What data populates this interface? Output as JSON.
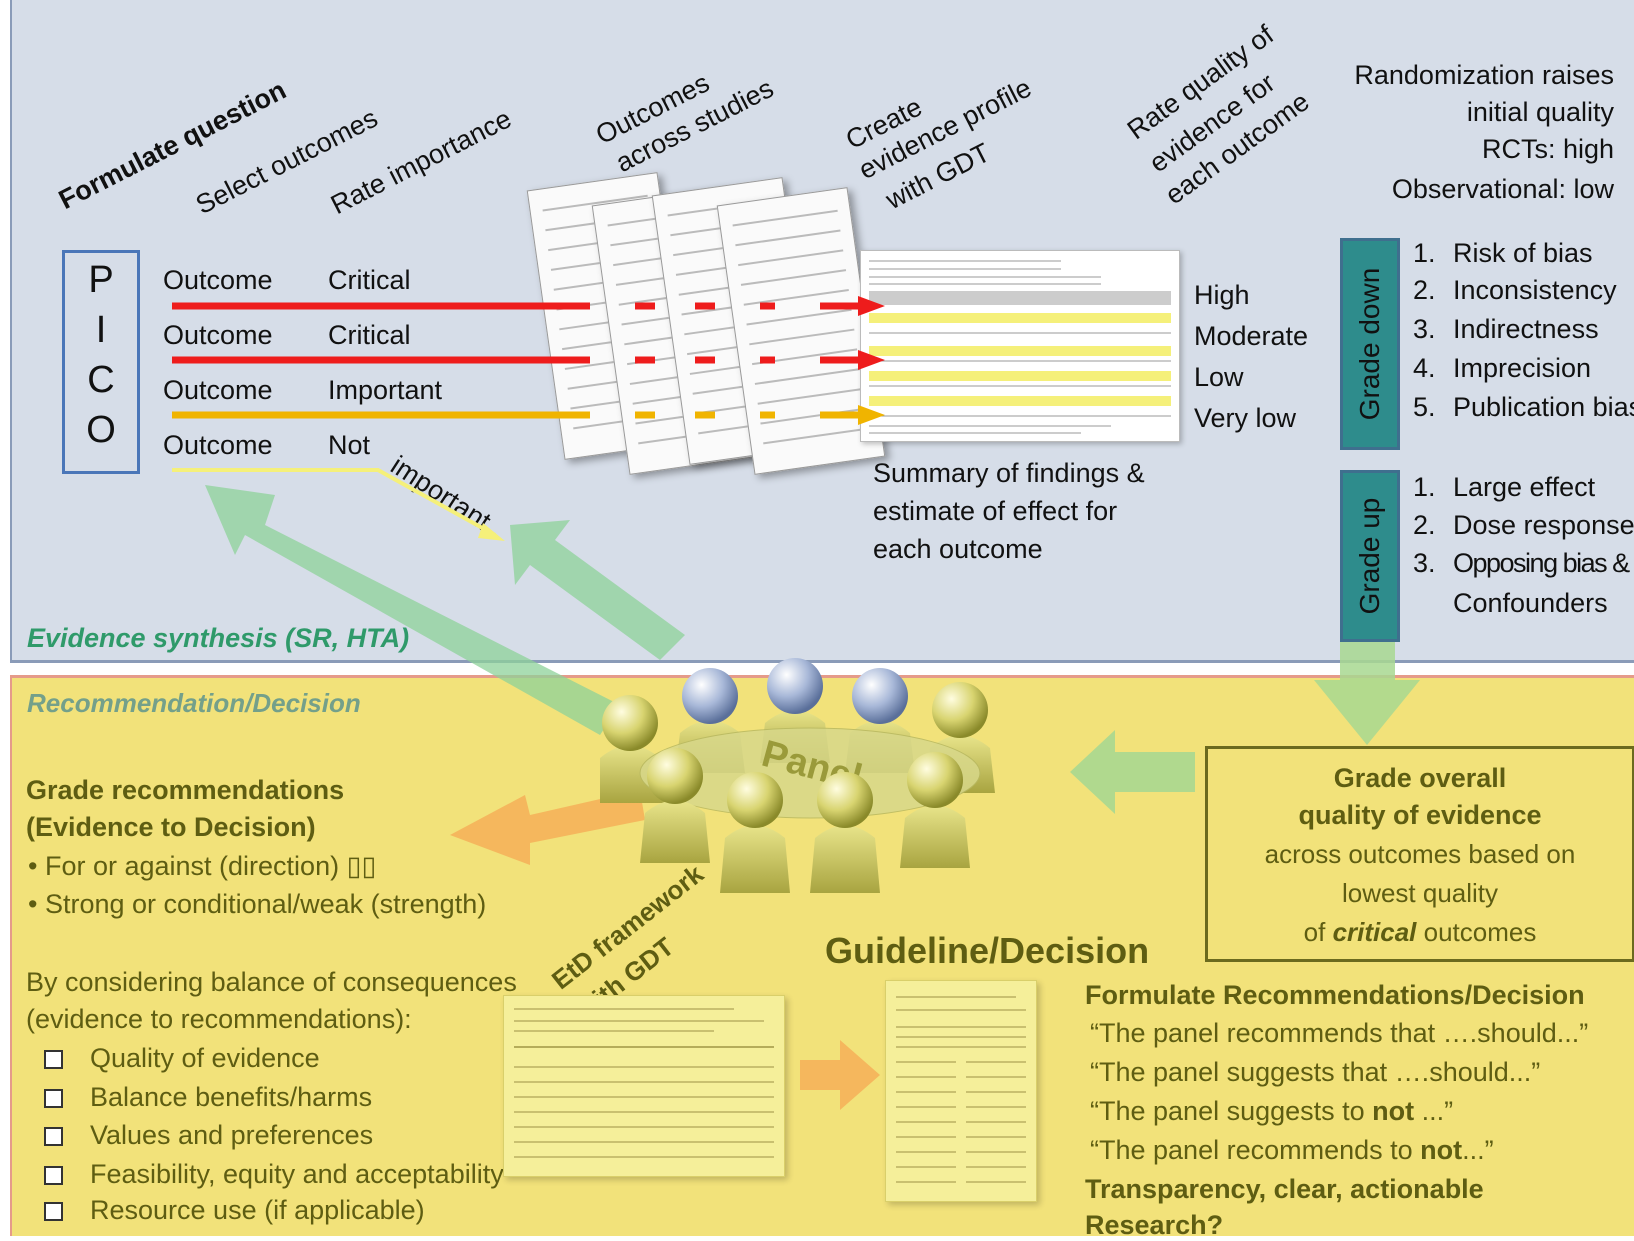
{
  "top": {
    "steps": {
      "formulate": "Formulate  question",
      "select": "Select  outcomes",
      "rate_importance": "Rate  importance",
      "outcomes_across": [
        "Outcomes",
        "across studies"
      ],
      "create_profile": [
        "Create",
        "evidence profile",
        "with GDT"
      ],
      "rate_quality": [
        "Rate quality of",
        "evidence for",
        "each outcome"
      ]
    },
    "pico": [
      "P",
      "I",
      "C",
      "O"
    ],
    "outcomes": [
      {
        "label": "Outcome",
        "importance": "Critical",
        "color": "#ee1c1c"
      },
      {
        "label": "Outcome",
        "importance": "Critical",
        "color": "#ee1c1c"
      },
      {
        "label": "Outcome",
        "importance": "Important",
        "color": "#f0b400"
      },
      {
        "label": "Outcome",
        "importance": "Not",
        "color": "#f5f07a"
      }
    ],
    "not_important_tail": "important",
    "quality_levels": [
      "High",
      "Moderate",
      "Low",
      "Very low"
    ],
    "summary": [
      "Summary of findings &",
      "estimate of effect for",
      "each outcome"
    ],
    "randomization": [
      "Randomization raises",
      "initial quality",
      "RCTs: high",
      "Observational: low"
    ],
    "grade_down": {
      "label": "Grade  down",
      "items": [
        "1.",
        "Risk of bias",
        "2.",
        "Inconsistency",
        "3.",
        "Indirectness",
        "4.",
        "Imprecision",
        "5.",
        "Publication bias"
      ]
    },
    "grade_up": {
      "label": "Grade  up",
      "items": [
        "1.",
        "Large effect",
        "2.",
        "Dose  response",
        "3.",
        "Opposing bias &",
        "Confounders"
      ]
    },
    "section_label": "Evidence synthesis (SR, HTA)"
  },
  "bottom": {
    "section_label": "Recommendation/Decision",
    "panel_label": "Panel",
    "grade_recs_title": [
      "Grade recommendations",
      "(Evidence to Decision)"
    ],
    "grade_recs_bullets": [
      "For or against (direction) ▯▯",
      "Strong or conditional/weak (strength)"
    ],
    "considering": [
      "By considering balance of consequences",
      "(evidence to recommendations):"
    ],
    "factors": [
      "Quality of evidence",
      "Balance benefits/harms",
      "Values and preferences",
      "Feasibility, equity and acceptability",
      "Resource use (if applicable)"
    ],
    "etd_label": [
      "EtD framework",
      "with GDT"
    ],
    "guideline_title": "Guideline/Decision",
    "overall": {
      "title": [
        "Grade overall",
        "quality  of  evidence"
      ],
      "body": [
        "across outcomes based on",
        "lowest quality"
      ],
      "last_pre": "of ",
      "last_em": "critical",
      "last_post": " outcomes"
    },
    "formulate_recs": {
      "title": "Formulate Recommendations/Decision",
      "lines": [
        {
          "pre": "“The panel recommends that ….should...”",
          "em": "",
          "post": ""
        },
        {
          "pre": "“The panel suggests that ….should...”",
          "em": "",
          "post": ""
        },
        {
          "pre": "“The panel suggests to ",
          "em": "not",
          "post": " ...”"
        },
        {
          "pre": "“The panel recommends to ",
          "em": "not",
          "post": "...”"
        }
      ],
      "footer": [
        "Transparency, clear, actionable",
        "Research?"
      ]
    }
  },
  "colors": {
    "top_bg": "#d6dde8",
    "bottom_bg": "#f2e27a",
    "critical_line": "#ee1c1c",
    "important_line": "#f0b400",
    "not_important_line": "#f5f07a",
    "green_arrow": "#8ed19a",
    "orange_arrow": "#f5b25a",
    "grade_box": "#2e8c8c"
  }
}
